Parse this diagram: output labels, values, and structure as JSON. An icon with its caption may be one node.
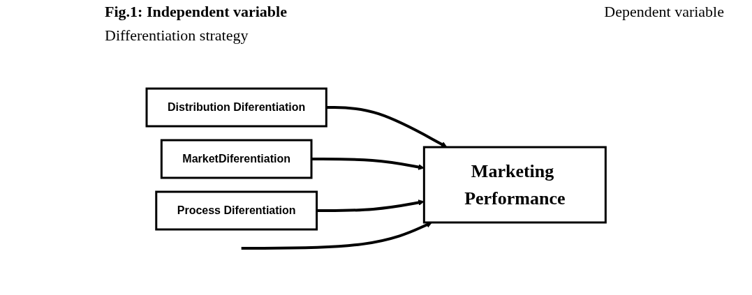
{
  "diagram": {
    "title": "Fig.1: Independent variable",
    "nodes": [
      {
        "text": [
          "Distribution Diferentiation"
        ]
      },
      {
        "text": [
          "MarketDiferentiation"
        ]
      },
      {
        "text": [
          "Process Diferentiation"
        ]
      },
      {
        "text": [
          "Marketing Performance"
        ]
      }
    ],
    "edges": [
      {
        "from": 0,
        "to": 3,
        "arrow": "to"
      },
      {
        "from": 1,
        "to": 3,
        "arrow": "to"
      },
      {
        "from": 2,
        "to": 3,
        "arrow": "to"
      },
      {
        "from": null,
        "to": 3,
        "arrow": "to"
      }
    ],
    "labels": [
      "Differentiation strategy",
      "Dependent variable"
    ]
  }
}
